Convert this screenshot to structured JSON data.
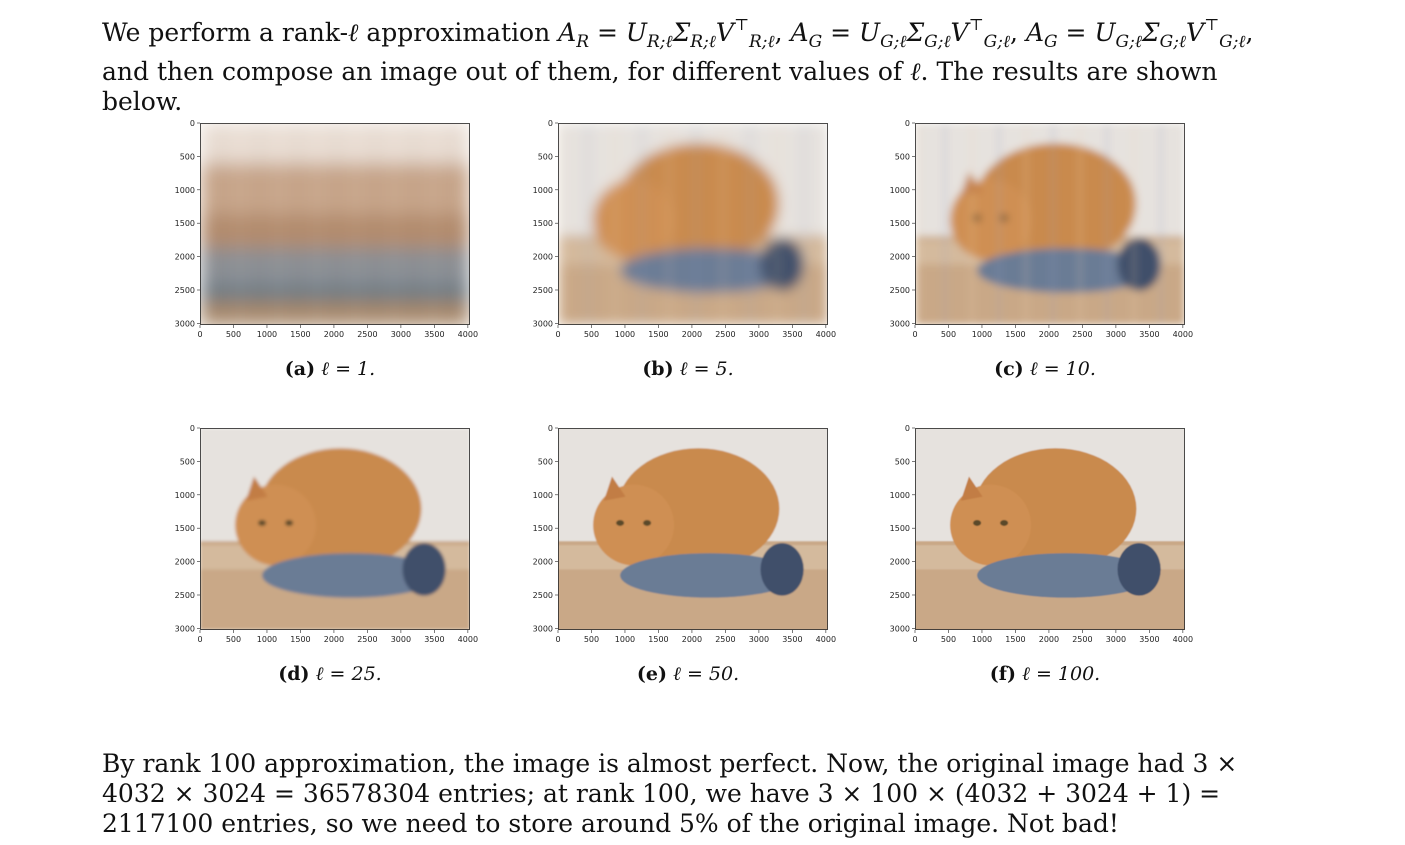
{
  "intro": {
    "t1": "We perform a rank-",
    "ell": "ℓ",
    "t2": " approximation ",
    "eq1": "A",
    "eq1_sub": "R",
    "eq1_rhs": " = U",
    "eq1_rhs_sub": "R;ℓ",
    "eq1_sigma": "Σ",
    "eq1_sigma_sub": "R;ℓ",
    "eq1_v": "V",
    "eq1_v_sup": "⊤",
    "eq1_v_sub": "R;ℓ",
    "sep1": ", ",
    "eq2": "A",
    "eq2_sub": "G",
    "eq2_rhs": " = U",
    "eq2_rhs_sub": "G;ℓ",
    "eq2_sigma": "Σ",
    "eq2_sigma_sub": "G;ℓ",
    "eq2_v": "V",
    "eq2_v_sup": "⊤",
    "eq2_v_sub": "G;ℓ",
    "sep2": ", ",
    "eq3": "A",
    "eq3_sub": "G",
    "eq3_rhs": " = U",
    "eq3_rhs_sub": "G;ℓ",
    "eq3_sigma": "Σ",
    "eq3_sigma_sub": "G;ℓ",
    "eq3_v": "V",
    "eq3_v_sup": "⊤",
    "eq3_v_sub": "G;ℓ",
    "t3": ", and then compose an image out of them, for different values of ",
    "t4": ". The results are shown below."
  },
  "axes": {
    "y_ticks": [
      "0",
      "500",
      "1000",
      "1500",
      "2000",
      "2500",
      "3000"
    ],
    "x_ticks": [
      "0",
      "500",
      "1000",
      "1500",
      "2000",
      "2500",
      "3000",
      "3500",
      "4000"
    ]
  },
  "panels": [
    {
      "label": "(a)",
      "rank": "ℓ = 1."
    },
    {
      "label": "(b)",
      "rank": "ℓ = 5."
    },
    {
      "label": "(c)",
      "rank": "ℓ = 10."
    },
    {
      "label": "(d)",
      "rank": "ℓ = 25."
    },
    {
      "label": "(e)",
      "rank": "ℓ = 50."
    },
    {
      "label": "(f)",
      "rank": "ℓ = 100."
    }
  ],
  "outro": {
    "text": "By rank 100 approximation, the image is almost perfect. Now, the original image had 3 × 4032 × 3024 = 36578304 entries; at rank 100, we have 3 × 100 × (4032 + 3024 + 1) = 2117100 entries, so we need to store around 5% of the original image. Not bad!"
  }
}
